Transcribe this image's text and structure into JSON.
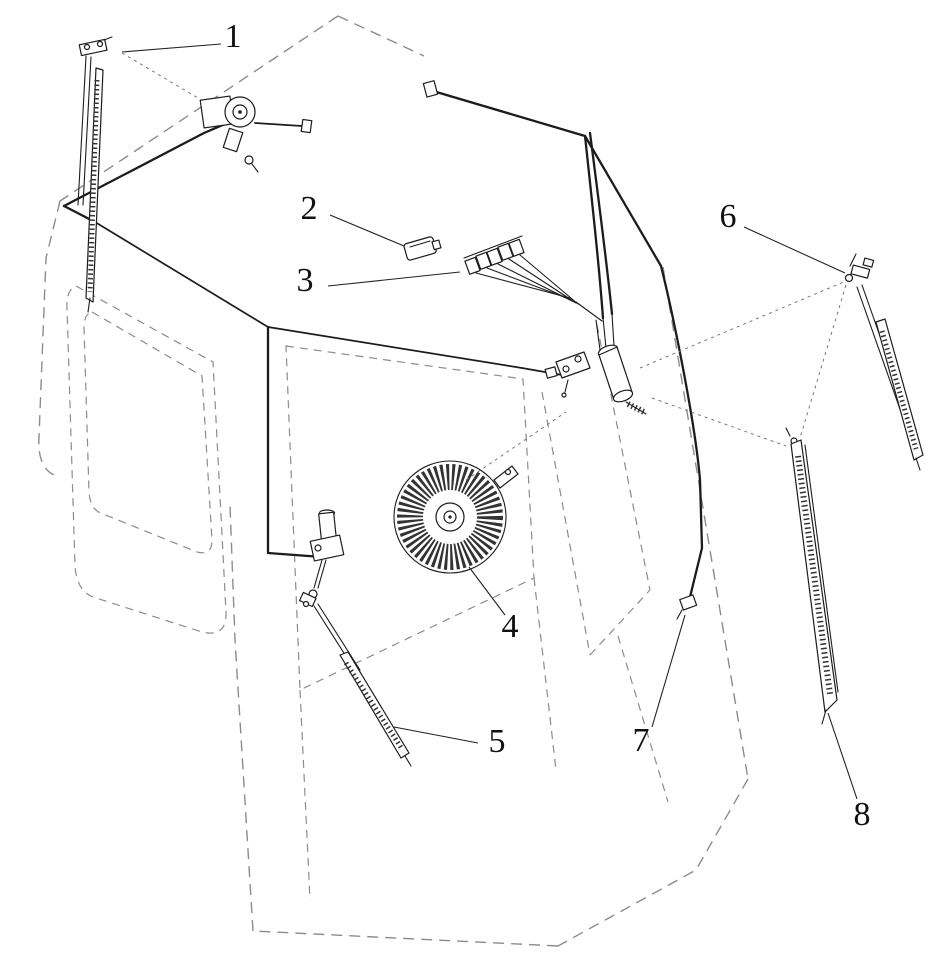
{
  "figure": {
    "labels": [
      {
        "text": "1"
      },
      {
        "text": "2"
      },
      {
        "text": "3"
      },
      {
        "text": "4"
      },
      {
        "text": "5"
      },
      {
        "text": "6"
      },
      {
        "text": "7"
      },
      {
        "text": "8"
      }
    ]
  },
  "colors": {
    "background": "#ffffff",
    "solid_line": "#1c1c1c",
    "dashed_line": "#8c8c8c",
    "label_text": "#111111"
  }
}
